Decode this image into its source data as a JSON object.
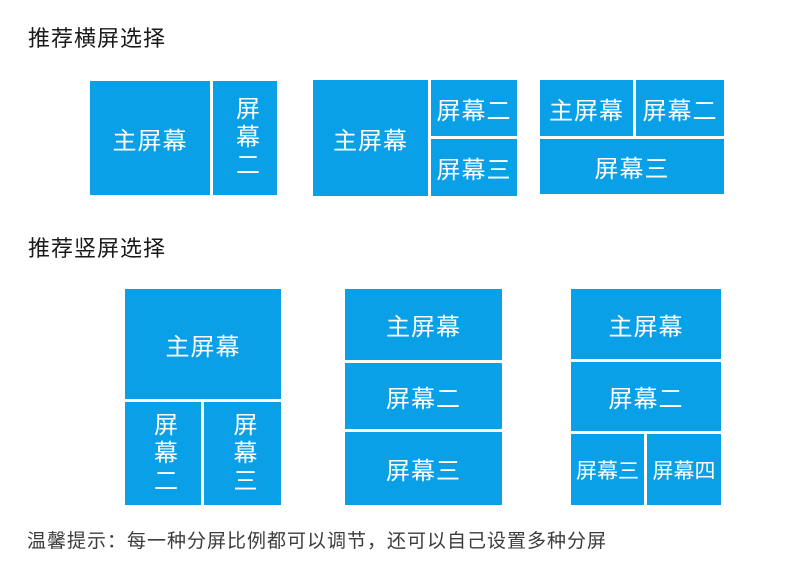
{
  "colors": {
    "tile_blue": "#0AA0E8",
    "tile_text": "#ffffff",
    "heading_text": "#1a1a1a",
    "tip_text": "#3c3c3c",
    "background": "#ffffff"
  },
  "sections": {
    "landscape": {
      "title": "推荐横屏选择",
      "layouts": [
        {
          "name": "main-left-narrow-right",
          "cells": [
            {
              "label": "主屏幕"
            },
            {
              "label": "屏幕二"
            }
          ]
        },
        {
          "name": "main-left-two-stacked-right",
          "cells": [
            {
              "label": "主屏幕"
            },
            {
              "label": "屏幕二"
            },
            {
              "label": "屏幕三"
            }
          ]
        },
        {
          "name": "two-top-one-bottom",
          "cells": [
            {
              "label": "主屏幕"
            },
            {
              "label": "屏幕二"
            },
            {
              "label": "屏幕三"
            }
          ]
        }
      ]
    },
    "portrait": {
      "title": "推荐竖屏选择",
      "layouts": [
        {
          "name": "main-top-two-bottom",
          "cells": [
            {
              "label": "主屏幕"
            },
            {
              "label": "屏幕二"
            },
            {
              "label": "屏幕三"
            }
          ]
        },
        {
          "name": "three-rows",
          "cells": [
            {
              "label": "主屏幕"
            },
            {
              "label": "屏幕二"
            },
            {
              "label": "屏幕三"
            }
          ]
        },
        {
          "name": "two-rows-split-bottom",
          "cells": [
            {
              "label": "主屏幕"
            },
            {
              "label": "屏幕二"
            },
            {
              "label": "屏幕三"
            },
            {
              "label": "屏幕四"
            }
          ]
        }
      ]
    }
  },
  "tip": {
    "text": "温馨提示：每一种分屏比例都可以调节，还可以自己设置多种分屏"
  }
}
